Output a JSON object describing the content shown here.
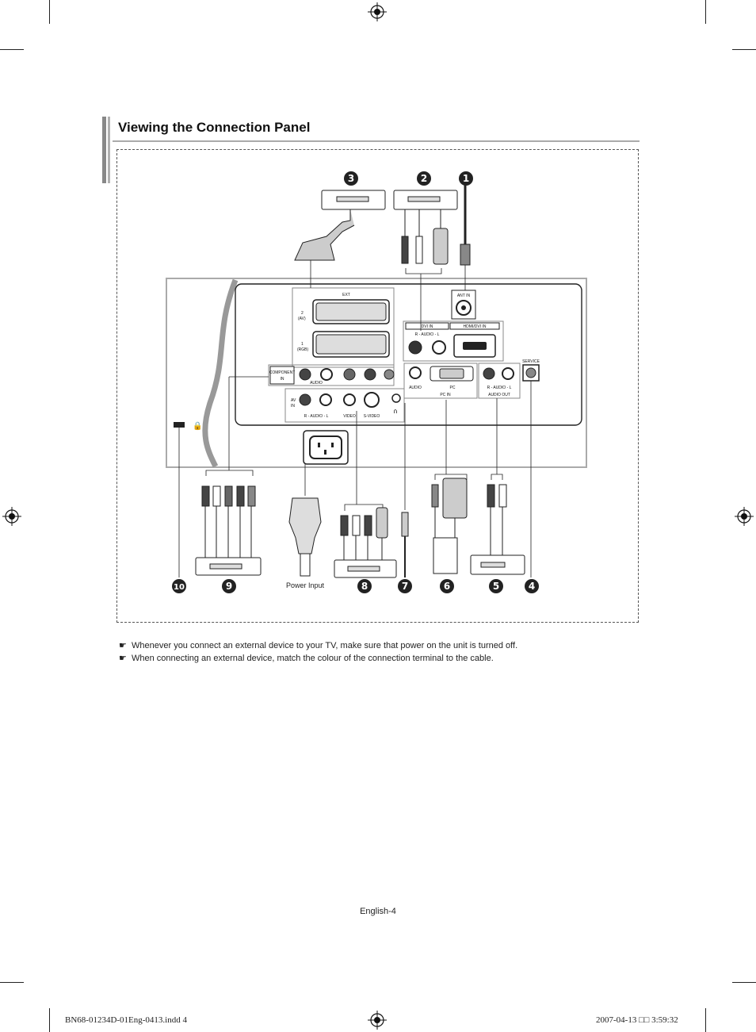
{
  "title": "Viewing the Connection Panel",
  "panel_labels": {
    "ext": "EXT",
    "ext_2": "2",
    "ext_2_sub": "(AV)",
    "ext_1": "1",
    "ext_1_sub": "(RGB)",
    "ant_in": "ANT IN",
    "dvi_in": "DVI IN",
    "dvi_audio": "R - AUDIO - L",
    "hdmi_dvi_in": "HDMI/DVI IN",
    "component": "COMPONENT",
    "component_in": "IN",
    "audio": "AUDIO",
    "av": "AV",
    "av_in": "IN",
    "av_audio": "R - AUDIO - L",
    "video": "VIDEO",
    "s_video": "S-VIDEO",
    "pc_audio": "AUDIO",
    "pc": "PC",
    "pc_in": "PC IN",
    "audio_out_lr": "R - AUDIO - L",
    "audio_out": "AUDIO OUT",
    "service": "SERVICE"
  },
  "callouts": {
    "n1": "1",
    "n2": "2",
    "n3": "3",
    "n4": "4",
    "n5": "5",
    "n6": "6",
    "n7": "7",
    "n8": "8",
    "n9": "9",
    "n10": "10"
  },
  "power_input": "Power Input",
  "notes": [
    "Whenever you connect an external device to your TV, make sure that power on the unit is turned off.",
    "When connecting an external device, match the colour of the connection terminal to the cable."
  ],
  "note_bullet": "☛",
  "page_number": "English-4",
  "footer_left": "BN68-01234D-01Eng-0413.indd   4",
  "footer_right": "2007-04-13   □□ 3:59:32"
}
